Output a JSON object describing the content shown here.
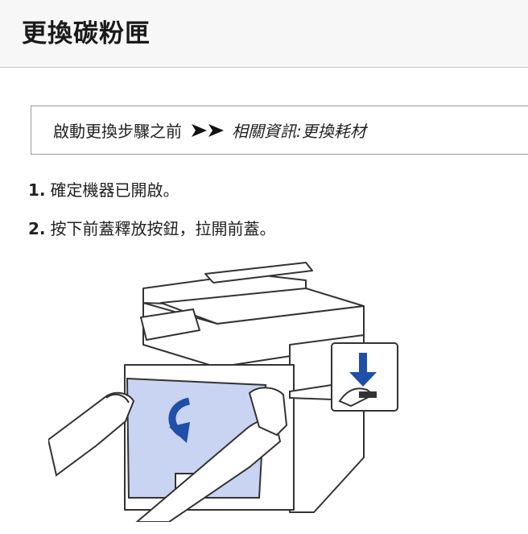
{
  "header": {
    "title": "更換碳粉匣"
  },
  "notice": {
    "prefix": "啟動更換步驟之前",
    "arrows_icon": "double-chevron-right-icon",
    "link_text": "相關資訊:更換耗材"
  },
  "steps": [
    {
      "number": "1.",
      "text": "確定機器已開啟。"
    },
    {
      "number": "2.",
      "text": "按下前蓋釋放按鈕，拉開前蓋。"
    }
  ],
  "illustration": {
    "subject": "printer-front-cover-illustration",
    "colors": {
      "cover_fill": "#c9d3f2",
      "arrow_blue": "#1f4fa8",
      "line": "#333333"
    }
  }
}
